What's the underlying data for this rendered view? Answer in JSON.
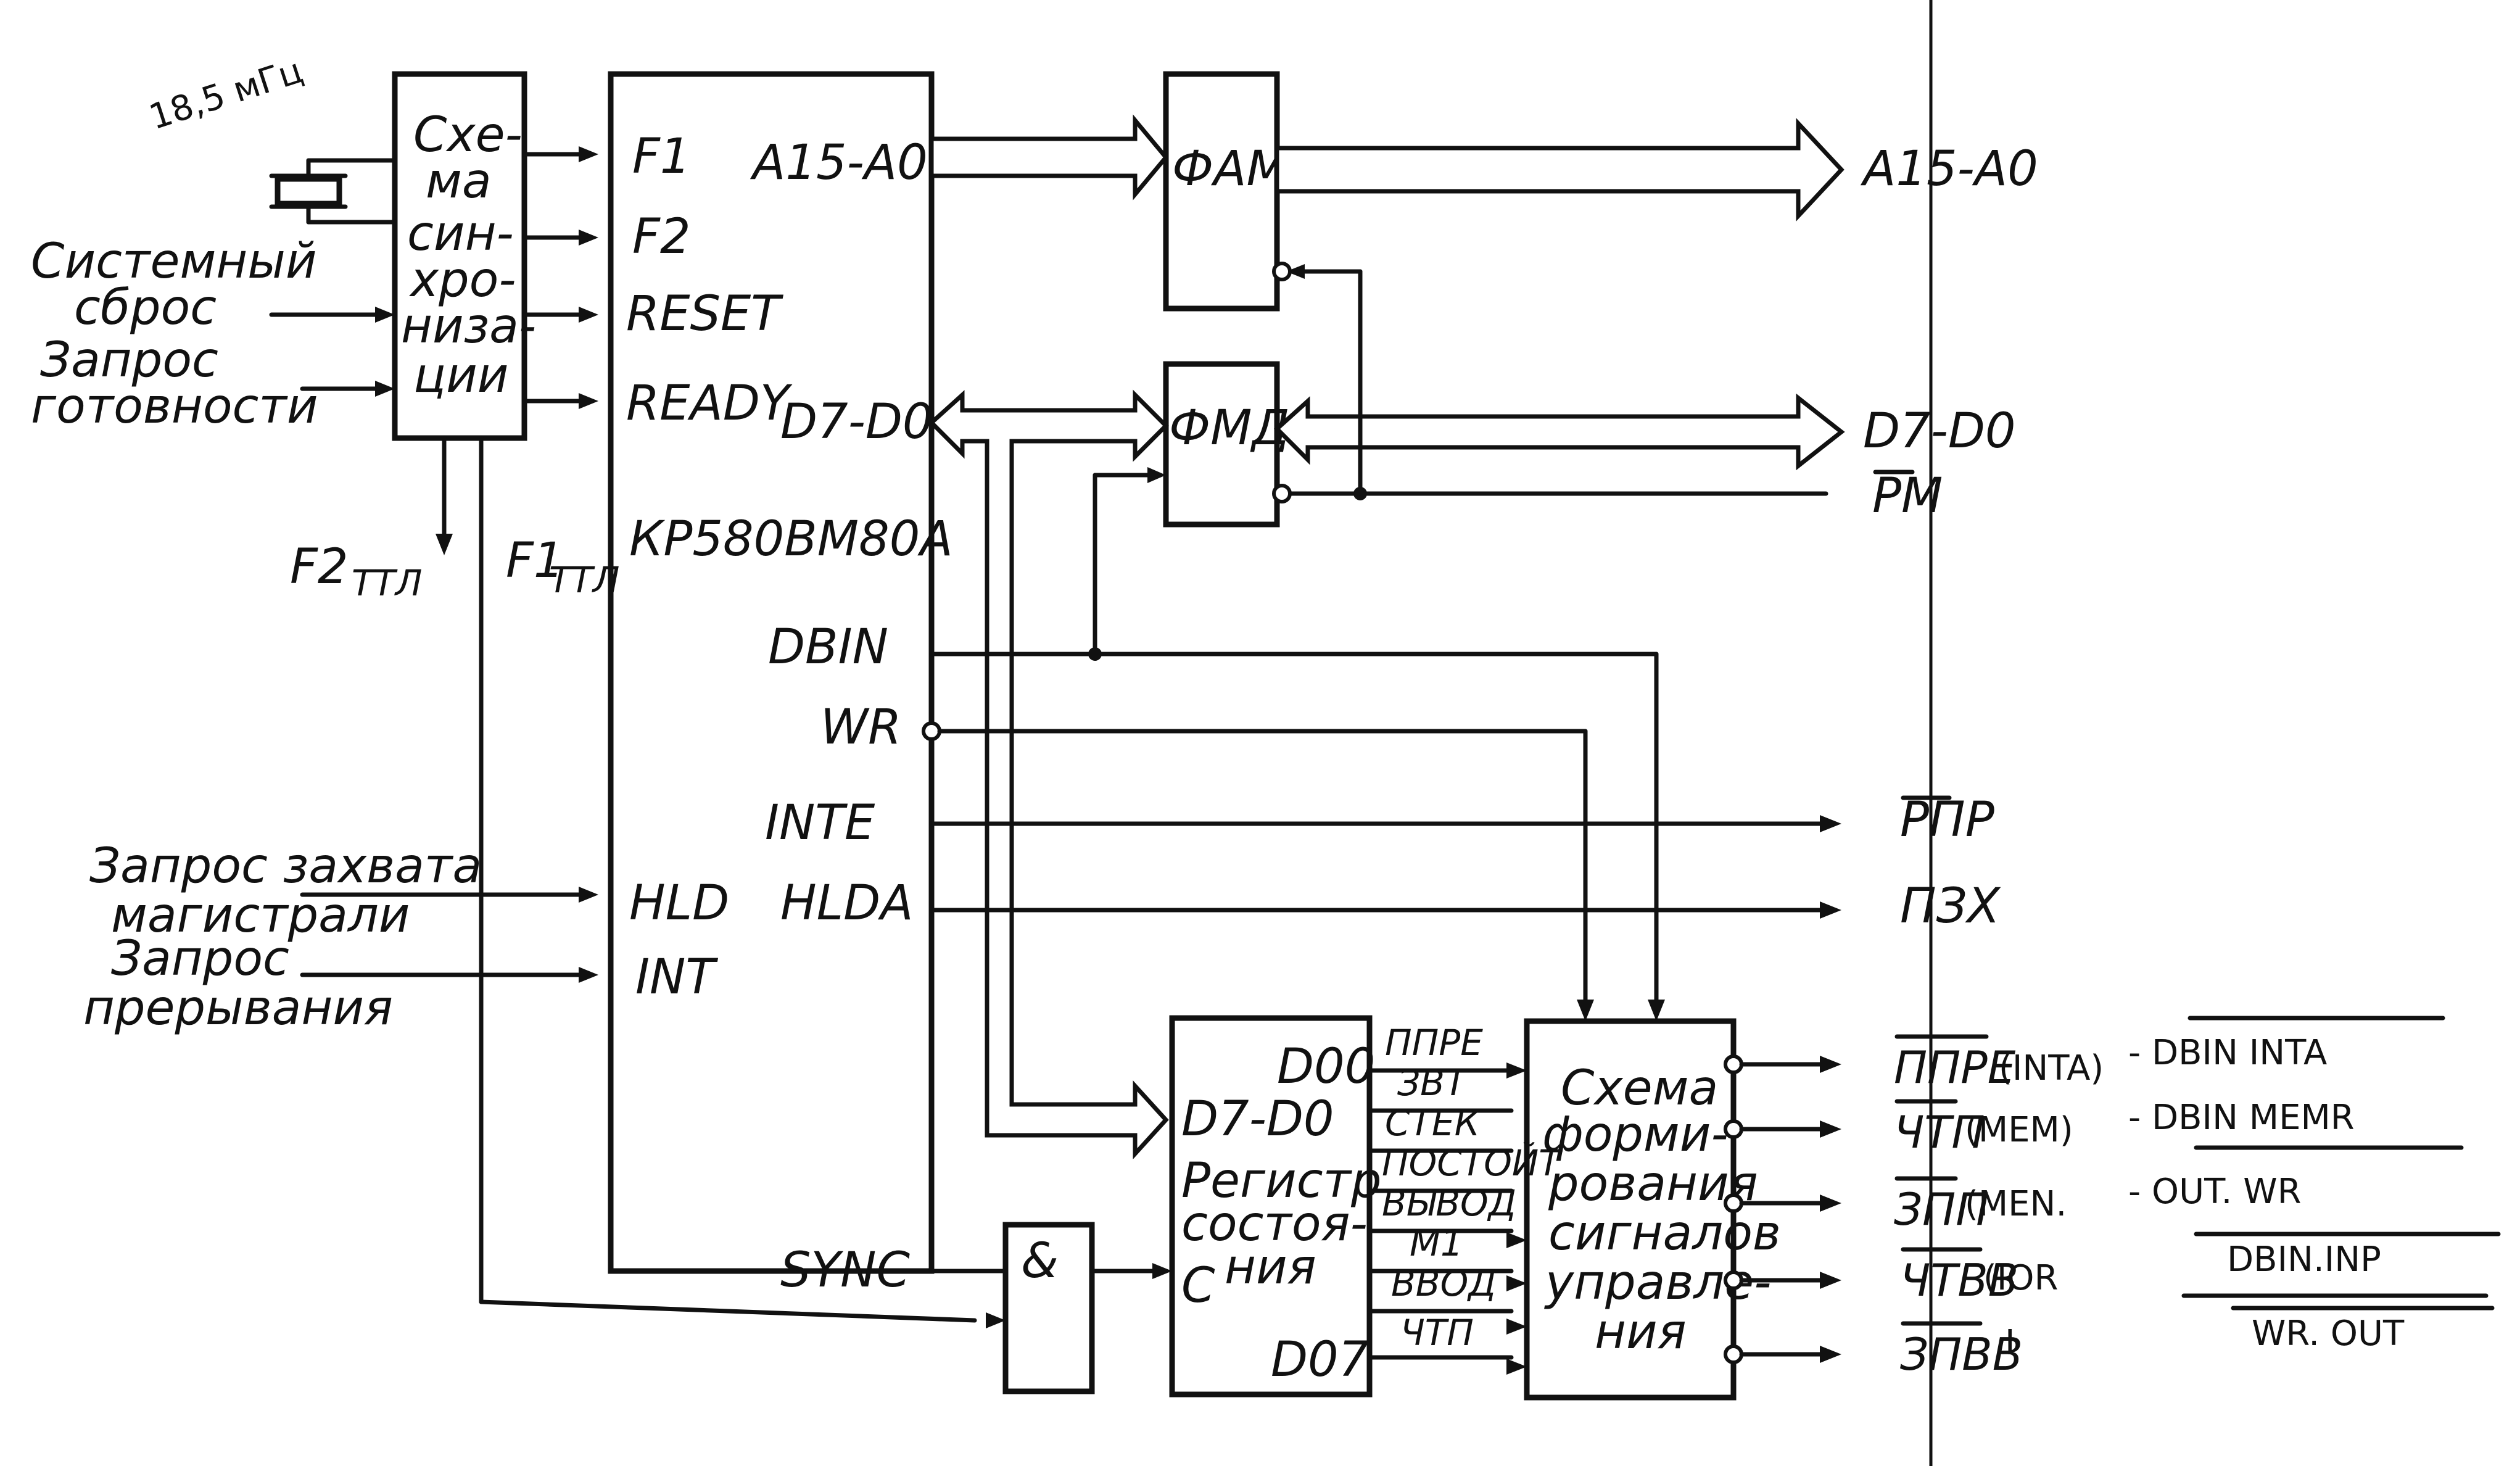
{
  "inputs": {
    "crystal_note": "18,5 мГц",
    "system_reset": [
      "Системный",
      "сброс"
    ],
    "ready_request": [
      "Запрос",
      "готовности"
    ],
    "bus_request": [
      "Запрос захвата",
      "магистрали"
    ],
    "interrupt_request": [
      "Запрос",
      "прерывания"
    ]
  },
  "sync_block": {
    "label": [
      "Схе-",
      "ма",
      "син-",
      "хро-",
      "низа-",
      "ции"
    ],
    "f2_out": "F2",
    "f2_sub": "ТТЛ",
    "f1_out": "F1",
    "f1_sub": "ТТЛ"
  },
  "cpu": {
    "chip": "КР580ВМ80А",
    "pin_f1": "F1",
    "pin_f2": "F2",
    "pin_reset": "RESET",
    "pin_ready": "READY",
    "pin_hld": "HLD",
    "pin_int": "INT",
    "pin_addr": "A15-A0",
    "pin_data": "D7-D0",
    "pin_dbin": "DBIN",
    "pin_wr": "WR",
    "pin_inte": "INTE",
    "pin_hlda": "HLDA",
    "pin_sync": "SYNC"
  },
  "fam": {
    "label": "ФАМ"
  },
  "fmd": {
    "label": "ФМД"
  },
  "and_gate": {
    "label": "&"
  },
  "status_register": {
    "pin_d0": "D00",
    "pin_data": "D7-D0",
    "label": [
      "Регистр",
      "состоя-",
      "ния"
    ],
    "pin_c": "C",
    "pin_d7": "D07",
    "bits": [
      "ППРЕ",
      "ЗВТ",
      "СТЕК",
      "ПОСТОЙТ",
      "ВЫВОД",
      "М1",
      "ВВОД",
      "ЧТП"
    ]
  },
  "control_block": {
    "label": [
      "Схема",
      "форми-",
      "рования",
      "сигналов",
      "управле-",
      "ния"
    ]
  },
  "outputs": {
    "addr_bus": "A15-A0",
    "data_bus": "D7-D0",
    "rm": "РМ",
    "rpr": "РПР",
    "pzx": "ПЗХ",
    "control": [
      {
        "name": "ППРЕ",
        "note": "(INTA)",
        "expr": "- DBIN INTA"
      },
      {
        "name": "ЧТП",
        "note": "(MEM)",
        "expr": "- DBIN MEMR"
      },
      {
        "name": "ЗПП",
        "note": "(MEN.",
        "expr": "- OUT. WR"
      },
      {
        "name": "ЧТВВ",
        "note": "(IOR",
        "expr": "DBIN.INP"
      },
      {
        "name": "ЗПВВ",
        "note": "I",
        "expr": "WR. OUT"
      }
    ]
  }
}
